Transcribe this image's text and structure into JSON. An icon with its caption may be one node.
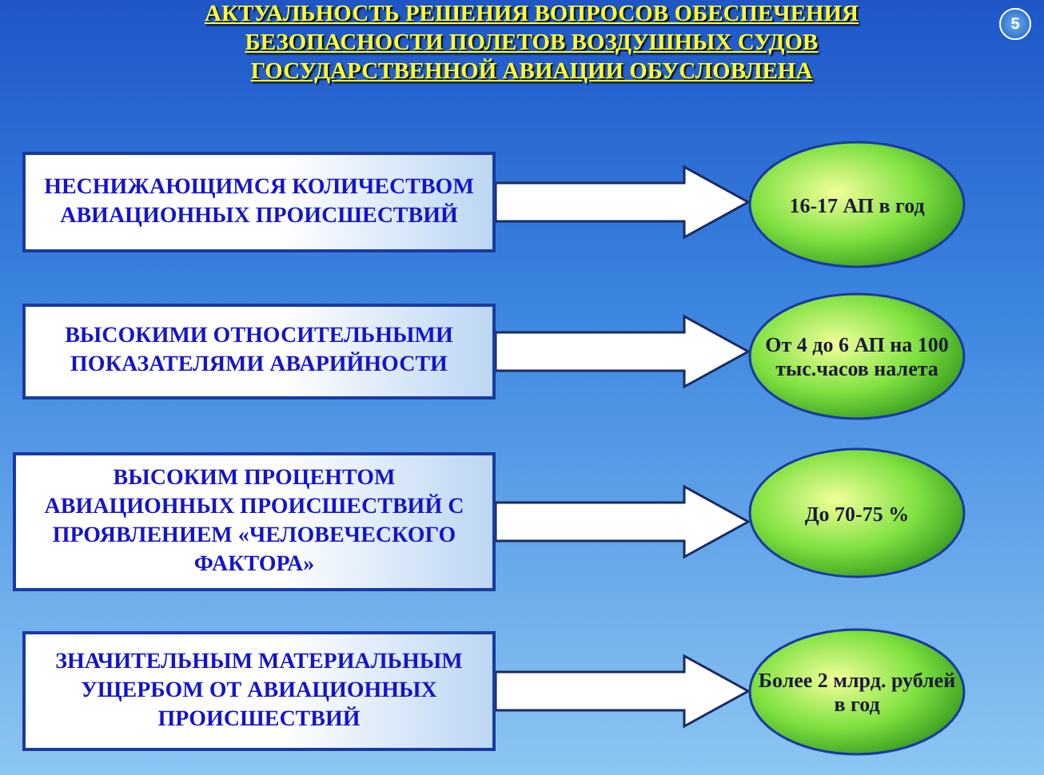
{
  "diagram": {
    "title": "АКТУАЛЬНОСТЬ РЕШЕНИЯ ВОПРОСОВ ОБЕСПЕЧЕНИЯ БЕЗОПАСНОСТИ ПОЛЕТОВ ВОЗДУШНЫХ СУДОВ ГОСУДАРСТВЕННОЙ АВИАЦИИ ОБУСЛОВЛЕНА",
    "nodes": [
      {
        "text": [
          "НЕСНИЖАЮЩИМСЯ КОЛИЧЕСТВОМ АВИАЦИОННЫХ ПРОИСШЕСТВИЙ"
        ]
      },
      {
        "text": [
          "16-17 АП в год"
        ]
      },
      {
        "text": [
          "ВЫСОКИМИ ОТНОСИТЕЛЬНЫМИ ПОКАЗАТЕЛЯМИ АВАРИЙНОСТИ"
        ]
      },
      {
        "text": [
          "От 4 до 6 АП на 100 тыс.часов налета"
        ]
      },
      {
        "text": [
          "ВЫСОКИМ ПРОЦЕНТОМ АВИАЦИОННЫХ ПРОИСШЕСТВИЙ С ПРОЯВЛЕНИЕМ «ЧЕЛОВЕЧЕСКОГО ФАКТОРА»"
        ]
      },
      {
        "text": [
          "До 70-75 %"
        ]
      },
      {
        "text": [
          "ЗНАЧИТЕЛЬНЫМ МАТЕРИАЛЬНЫМ УЩЕРБОМ ОТ АВИАЦИОННЫХ ПРОИСШЕСТВИЙ"
        ]
      },
      {
        "text": [
          "Более 2 млрд. рублей в год"
        ]
      }
    ],
    "edges": [
      {
        "from": 0,
        "to": 1,
        "arrow": "to"
      },
      {
        "from": 2,
        "to": 3,
        "arrow": "to"
      },
      {
        "from": 4,
        "to": 5,
        "arrow": "to"
      },
      {
        "from": 6,
        "to": 7,
        "arrow": "to"
      }
    ],
    "labels": [
      "5"
    ]
  }
}
